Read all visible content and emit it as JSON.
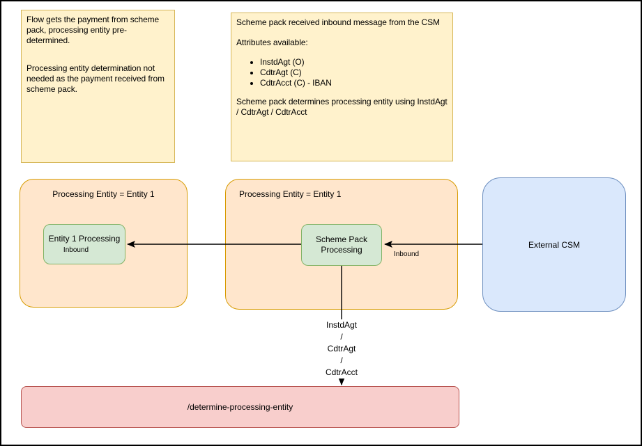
{
  "notes": {
    "flow": {
      "p1": "Flow gets the payment from scheme pack, processing entity pre-determined.",
      "p2": "Processing entity determination not needed as the payment received from scheme pack."
    },
    "scheme": {
      "p1": "Scheme pack received inbound message from the CSM",
      "p2": "Attributes available:",
      "bullets": [
        "InstdAgt (O)",
        "CdtrAgt (C)",
        "CdtrAcct (C) - IBAN"
      ],
      "p3": "Scheme pack determines processing entity using InstdAgt / CdtrAgt / CdtrAcct"
    }
  },
  "containers": {
    "entity1": {
      "label": "Processing Entity = Entity 1"
    },
    "scheme": {
      "label": "Processing Entity = Entity 1"
    }
  },
  "nodes": {
    "entity1_processing": {
      "label": "Entity 1 Processing",
      "sublabel": "Inbound"
    },
    "scheme_pack_processing": {
      "label": "Scheme Pack Processing"
    },
    "external_csm": {
      "label": "External CSM"
    },
    "endpoint": {
      "label": "/determine-processing-entity"
    }
  },
  "edges": {
    "csm_to_scheme_pack": {
      "label": "Inbound"
    },
    "scheme_pack_to_endpoint": {
      "lines": [
        "InstdAgt",
        "/",
        "CdtrAgt",
        "/",
        "CdtrAcct"
      ]
    }
  },
  "colors": {
    "note_fill": "#FFF2CC",
    "note_border": "#D6B656",
    "container_fill": "#FFE6CC",
    "container_border": "#D79B00",
    "process_fill": "#D5E8D4",
    "process_border": "#82B366",
    "external_fill": "#DAE8FC",
    "external_border": "#6C8EBF",
    "endpoint_fill": "#F8CECC",
    "endpoint_border": "#B85450",
    "edge_stroke": "#000000",
    "canvas_border": "#000000"
  }
}
